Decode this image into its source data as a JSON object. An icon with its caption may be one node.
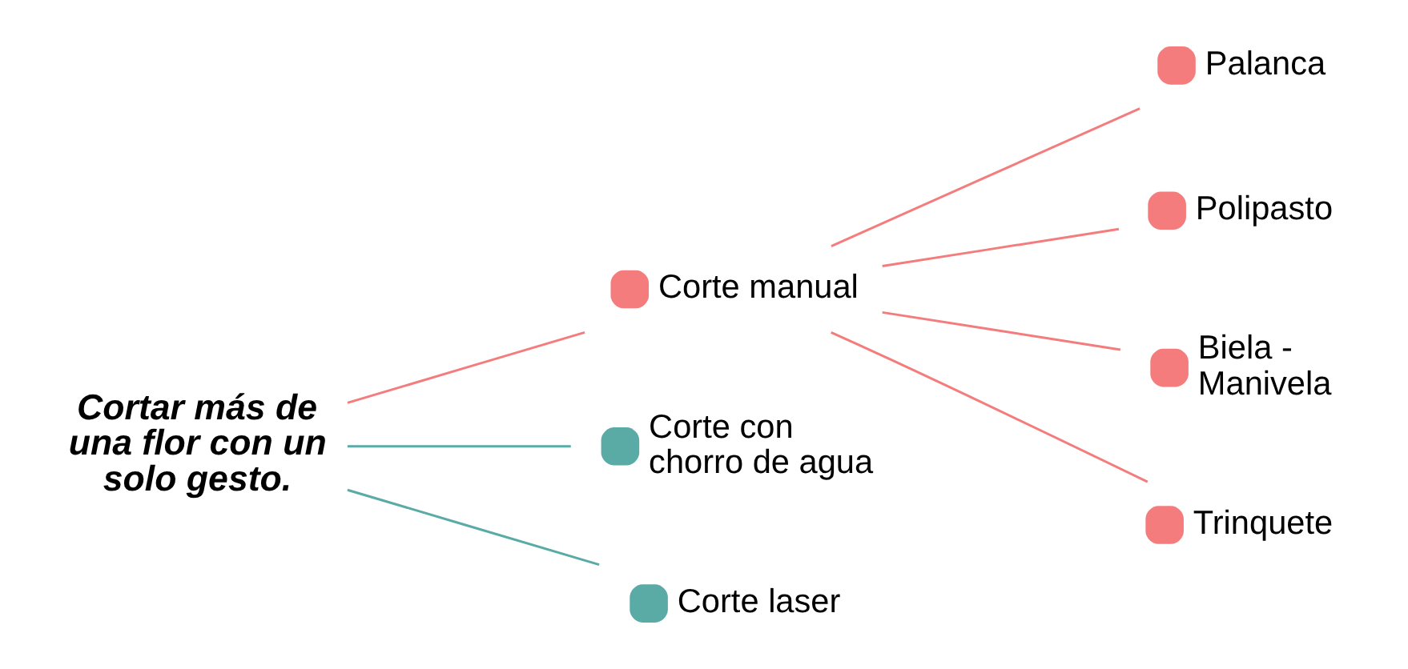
{
  "diagram": {
    "nodes": [
      {
        "text": [
          "Cortar más de una flor con un solo gesto."
        ]
      },
      {
        "text": [
          "Corte manual"
        ]
      },
      {
        "text": [
          "Corte con chorro de agua"
        ]
      },
      {
        "text": [
          "Corte laser"
        ]
      },
      {
        "text": [
          "Palanca"
        ]
      },
      {
        "text": [
          "Polipasto"
        ]
      },
      {
        "text": [
          "Biela - Manivela"
        ]
      },
      {
        "text": [
          "Trinquete"
        ]
      }
    ],
    "edges": [
      {
        "from": 0,
        "to": 1,
        "arrow": "none"
      },
      {
        "from": 0,
        "to": 2,
        "arrow": "none",
        "color": "#5aaaa6"
      },
      {
        "from": 0,
        "to": 3,
        "arrow": "none",
        "color": "#5aaaa6"
      },
      {
        "from": 1,
        "to": 4,
        "arrow": "none"
      },
      {
        "from": 1,
        "to": 5,
        "arrow": "none"
      },
      {
        "from": 1,
        "to": 6,
        "arrow": "none"
      },
      {
        "from": 1,
        "to": 7,
        "arrow": "none"
      }
    ]
  }
}
